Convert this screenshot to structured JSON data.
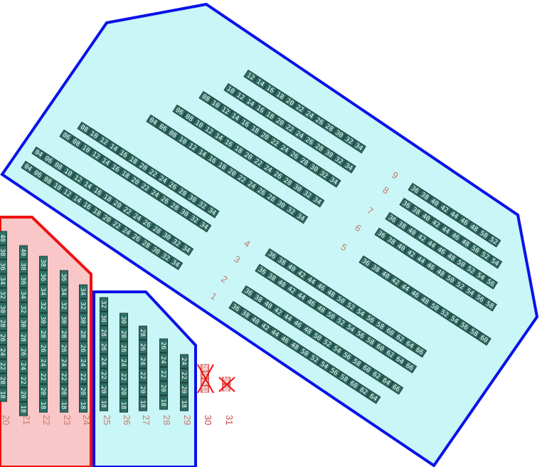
{
  "colors": {
    "main_fill": "#c9f6f6",
    "main_stroke": "#0a12e8",
    "side_fill": "#f9c7c7",
    "side_stroke": "#ee1111",
    "seat": "#2f6f66",
    "row_label": "#c77b6b",
    "cross": "#ee1111"
  },
  "main_section": {
    "rows_left": [
      {
        "label": "9",
        "seats": "12 14 16 18 20 22 24 26 28 30 32 34"
      },
      {
        "label": "8",
        "seats": "10 12 14 16 18 20 22 24 26 28 30 32 34"
      },
      {
        "label": "7",
        "seats": "08 10 12 14 16 18 20 22 24 26 28 30 32 34"
      },
      {
        "label": "6",
        "seats": "06 08 10 12 14 16 18 20 22 24 26 28 30 32 34"
      },
      {
        "label": "5",
        "seats": "04 06 08 10 12 14 16 18 20 22 24 26 28 30 32 34"
      },
      {
        "label": "4",
        "seats": "08 10 12 14 16 18 20 22 24 26 28 30 32 34"
      },
      {
        "label": "3",
        "seats": "06 08 10 12 14 16 18 20 22 24 26 28 30 32 34"
      },
      {
        "label": "2",
        "seats": "04 06 08 10 12 14 16 18 20 22 24 26 28 30 32 34"
      },
      {
        "label": "1",
        "seats": "04 06 08 10 12 14 16 18 20 22 24 26 28 30 32 34"
      }
    ],
    "rows_right": [
      {
        "label": "9",
        "seats": "36 38 40 42 44 46 48 50 52"
      },
      {
        "label": "8",
        "seats": "36 38 40 42 44 46 48 50 52 54"
      },
      {
        "label": "7",
        "seats": "36 38 40 42 44 46 48 50 52 54 56"
      },
      {
        "label": "6",
        "seats": "36 38 40 42 44 46 48 50 52 54 56 58"
      },
      {
        "label": "5",
        "seats": "36 38 40 42 44 46 48 50 52 54 56 58 60"
      },
      {
        "label": "4",
        "seats": "36 38 40 42 44 46 48 50 52 54 56 58 60 62 64 66"
      },
      {
        "label": "3",
        "seats": "36 38 40 42 44 46 48 50 52 54 56 58 60 62 64 66"
      },
      {
        "label": "2",
        "seats": "36 38 40 42 44 46 48 50 52 54 56 58 60 62 64 66"
      },
      {
        "label": "1",
        "seats": "36 38 40 42 44 46 48 50 52 54 56 58 60 62 64"
      }
    ]
  },
  "side_left_section": {
    "rows": [
      {
        "label": "20",
        "seats": "40 38 36 34 32 30 28 26 24 22 20 18"
      },
      {
        "label": "21",
        "seats": "40 38 36 34 32 30 28 26 24 22 20 18"
      },
      {
        "label": "22",
        "seats": "38 36 34 32 30 28 26 24 22 20 18"
      },
      {
        "label": "23",
        "seats": "36 34 32 30 28 26 24 22 20 18"
      },
      {
        "label": "24",
        "seats": "34 32 30 28 26 24 22 20 18"
      }
    ]
  },
  "side_right_section": {
    "rows": [
      {
        "label": "25",
        "seats": "32 30 28 26 24 22 20 18"
      },
      {
        "label": "26",
        "seats": "30 28 26 24 22 20 18"
      },
      {
        "label": "27",
        "seats": "28 26 24 22 20 18"
      },
      {
        "label": "28",
        "seats": "26 24 22 20 18"
      },
      {
        "label": "29",
        "seats": "24 22 20 18"
      }
    ]
  },
  "unavailable_rows": [
    {
      "label": "30",
      "seats": "20 18 16 14"
    },
    {
      "label": "31",
      "seats": "20 18"
    }
  ]
}
